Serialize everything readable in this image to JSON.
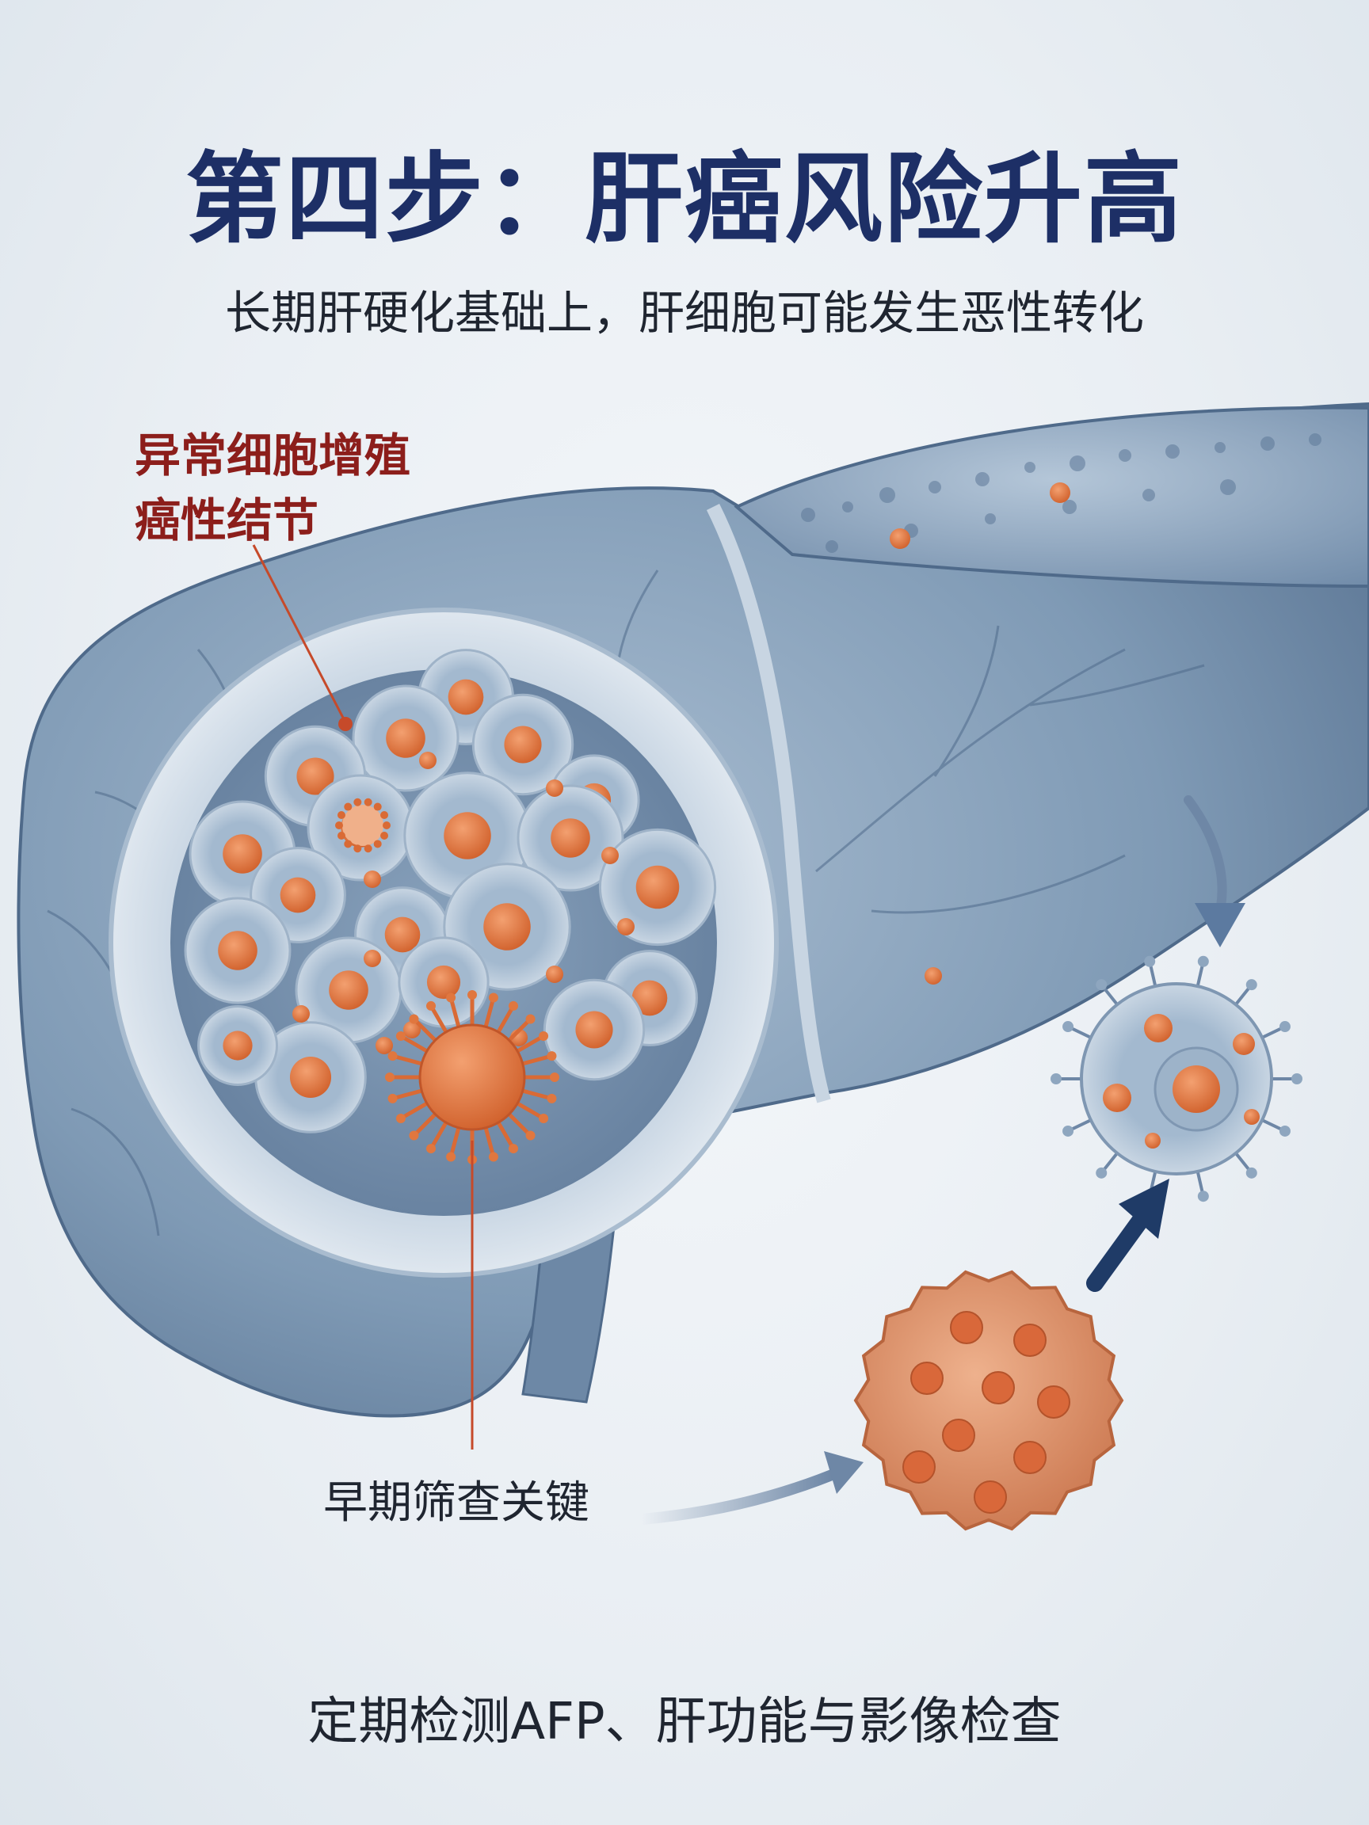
{
  "title": "第四步：肝癌风险升高",
  "subtitle": "长期肝硬化基础上，肝细胞可能发生恶性转化",
  "callout": {
    "line1": "异常细胞增殖",
    "line2": "癌性结节"
  },
  "screening_label": "早期筛查关键",
  "footer": "定期检测AFP、肝功能与影像检查",
  "colors": {
    "title": "#1d2f66",
    "callout_text": "#8c1e1b",
    "liver": "#7f9ab5",
    "cell_nucleus": "#e0773f",
    "tumor": "#d98b64",
    "arrow": "#2f4d7a"
  }
}
